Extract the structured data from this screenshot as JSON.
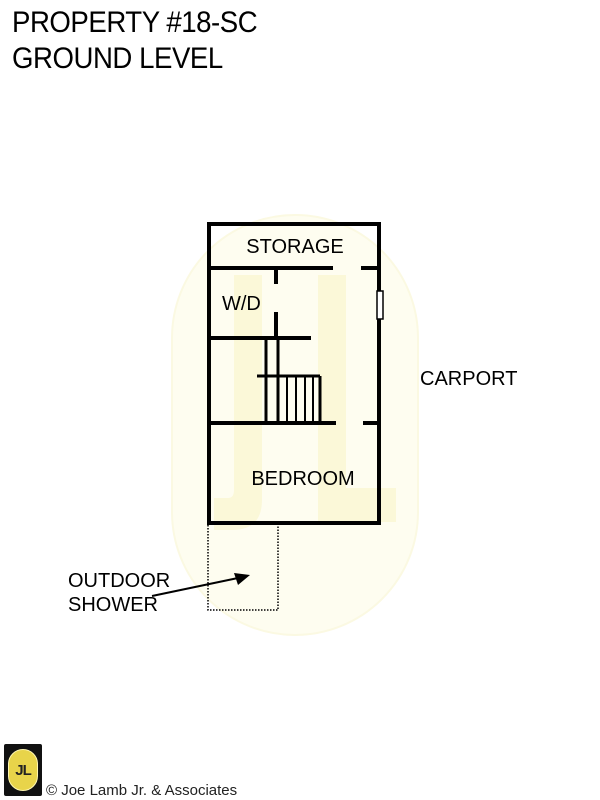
{
  "title": {
    "line1": "PROPERTY #18-SC",
    "line2": "GROUND LEVEL"
  },
  "plan": {
    "rooms": {
      "storage": "STORAGE",
      "wd": "W/D",
      "bedroom": "BEDROOM"
    },
    "labels": {
      "carport": "CARPORT",
      "outdoor_shower_line1": "OUTDOOR",
      "outdoor_shower_line2": "SHOWER"
    },
    "watermark_colors": {
      "fill": "#fefdf0",
      "letters": "#fbf8d8"
    }
  },
  "logo": {
    "text": "JL",
    "background": "#111111",
    "accent": "#e8d44a"
  },
  "footer": {
    "copyright": "© Joe Lamb Jr. & Associates"
  }
}
